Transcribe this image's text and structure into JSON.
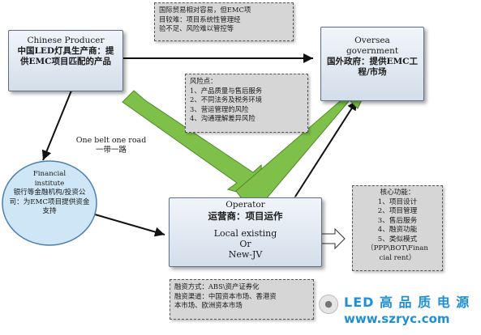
{
  "nodes": {
    "chinese_producer": {
      "en": "Chinese Producer",
      "zh": "中国LED灯具生产商：提供EMC项目匹配的产品"
    },
    "oversea_government": {
      "en": "Oversea government",
      "zh": "国外政府：提供EMC工程/市场"
    },
    "financial_institute": {
      "en": "Financial institute",
      "zh": "银行等金融机构/投资公司：为EMC项目提供资金支持"
    },
    "operator": {
      "en": "Operator",
      "zh": "运营商：项目运作",
      "detail": [
        "Local existing",
        "Or",
        "New-JV"
      ]
    }
  },
  "notes": {
    "trade": [
      "国际贸易相对容易，但EMC项",
      "目较难：项目系统性管理经",
      "验不足、风险难以管控等"
    ],
    "risk": [
      "风险点：",
      "1、产品质量与售后服务",
      "2、不同法务及税务环境",
      "3、营运管理的风险",
      "4、沟通理解差异风险"
    ],
    "core": [
      "核心功能：",
      "1、项目设计",
      "2、项目管理",
      "3、售后服务",
      "4、融资功能",
      "5、类似模式",
      "（PPP\\BOT\\Finan",
      "cial rent）"
    ],
    "financing": [
      "融资方式：ABS\\资产证券化",
      "融资渠道：中国资本市场、香港资",
      "本市场、欧洲资本市场"
    ]
  },
  "labels": {
    "belt_road": [
      "One belt one road",
      "一带一路"
    ]
  },
  "watermark": {
    "brand": "LED 高 品 质 电 源",
    "url": "www.szryc.com"
  },
  "colors": {
    "green_arrow": "#7fc04a",
    "box_fill": "#dbe4ee",
    "note_fill": "#d6d6d6",
    "brand": "#1f8fd6"
  }
}
